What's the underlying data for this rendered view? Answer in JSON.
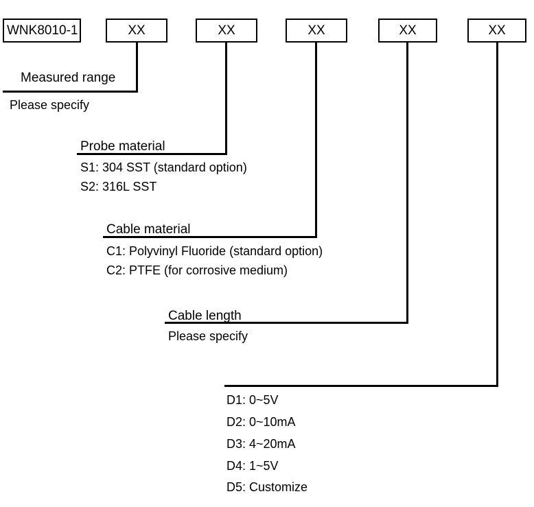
{
  "diagram": {
    "title_code": "WNK8010-1",
    "placeholder": "XX",
    "boxes": [
      {
        "label": "WNK8010-1",
        "name": "model-code-box"
      },
      {
        "label": "XX",
        "name": "code-box-measured-range"
      },
      {
        "label": "XX",
        "name": "code-box-probe-material"
      },
      {
        "label": "XX",
        "name": "code-box-cable-material"
      },
      {
        "label": "XX",
        "name": "code-box-cable-length"
      },
      {
        "label": "XX",
        "name": "code-box-output-signal"
      }
    ],
    "groups": [
      {
        "heading": "Measured range",
        "options": [
          "Please specify"
        ]
      },
      {
        "heading": "Probe material",
        "options": [
          "S1: 304 SST (standard option)",
          "S2: 316L SST"
        ]
      },
      {
        "heading": "Cable material",
        "options": [
          "C1: Polyvinyl Fluoride (standard option)",
          "C2: PTFE (for corrosive medium)"
        ]
      },
      {
        "heading": "Cable length",
        "options": [
          "Please specify"
        ]
      },
      {
        "heading": "",
        "options": [
          "D1: 0~5V",
          "D2: 0~10mA",
          "D3: 4~20mA",
          "D4: 1~5V",
          "D5: Customize"
        ]
      }
    ],
    "colors": {
      "line": "#000000",
      "background": "#ffffff",
      "text": "#000000"
    }
  }
}
